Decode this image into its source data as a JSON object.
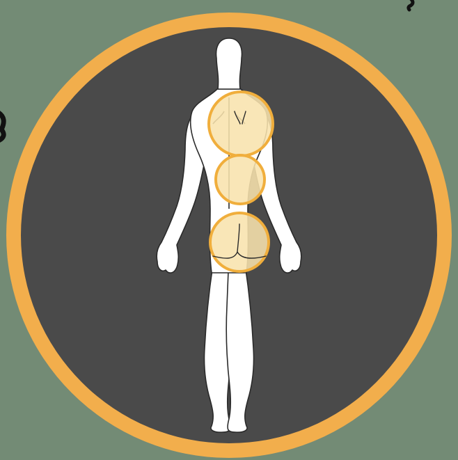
{
  "colors": {
    "background": "#738b75",
    "ring": "#f2ae4c",
    "disc": "#4a4a4a",
    "body": "#ffffff",
    "body_outline": "#2a2a2a",
    "highlight_fill": "#f8e3ad",
    "highlight_stroke": "#f0ae3c",
    "corner_glyph": "#111111"
  },
  "figure": {
    "view": "posterior",
    "highlighted_regions": [
      "upper-back",
      "lower-back",
      "buttocks"
    ]
  },
  "icons": {
    "corner_left": "partial-glyph",
    "corner_top_right": "partial-glyph"
  }
}
